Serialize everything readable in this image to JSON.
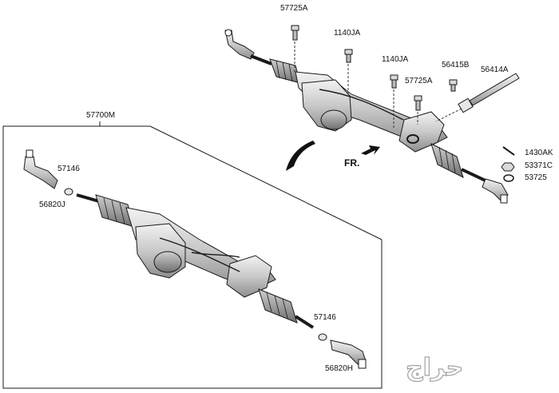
{
  "diagram": {
    "assembly": {
      "callout": "57700M"
    },
    "exploded_labels": [
      "57725A",
      "1140JA",
      "1140JA",
      "57725A",
      "56415B",
      "56414A",
      "1430AK",
      "53371C",
      "53725"
    ],
    "detail_labels": [
      "57146",
      "56820J",
      "57146",
      "56820H"
    ],
    "direction_marker": "FR.",
    "watermark": "حراج",
    "colors": {
      "line": "#1a1a1a",
      "part_fill": "#d9d9d9",
      "part_shadow": "#8c8c8c",
      "dashed_leader": "#333333"
    }
  }
}
